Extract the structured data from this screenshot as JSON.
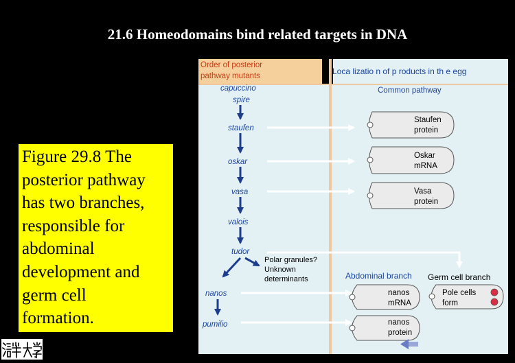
{
  "slide_title": "21.6 Homeodomains bind related targets in DNA",
  "caption": [
    "Figure 29.8 The",
    "posterior pathway",
    "has two branches,",
    "responsible for",
    "abdominal",
    "development and",
    "germ cell",
    "formation."
  ],
  "logo": {
    "text": "清华大学"
  },
  "figure": {
    "left_header": [
      "Order of posterior",
      "pathway mutants"
    ],
    "right_header": "Loca lizatio n of p roducts in th e egg",
    "common_pathway": "Common pathway",
    "genes": {
      "capuccino": "capuccino",
      "spire": "spire",
      "staufen": "staufen",
      "oskar": "oskar",
      "vasa": "vasa",
      "valois": "valois",
      "tudor": "tudor",
      "nanos": "nanos",
      "pumilio": "pumilio"
    },
    "products": {
      "staufen": [
        "Staufen",
        "protein"
      ],
      "oskar": [
        "Oskar",
        "mRNA"
      ],
      "vasa": [
        "Vasa",
        "protein"
      ],
      "nanos_mrna": [
        "nanos",
        "mRNA"
      ],
      "nanos_protein": [
        "nanos",
        "protein"
      ],
      "pole_cells": [
        "Pole cells",
        "form"
      ]
    },
    "polar_granules": [
      "Polar granules?",
      "Unknown",
      "determinants"
    ],
    "abdominal_branch": "Abdominal branch",
    "germ_cell_branch": "Germ cell branch",
    "colors": {
      "header_bg": "#f5cf9c",
      "panel_bg": "#e3f1f5",
      "divider": "#f0c8a0",
      "arrow": "#1c3c8c",
      "dot": "#dc2d46",
      "egg": "#ebebeb",
      "header_text": "#c83c14",
      "blue_text": "#1e46a0"
    }
  }
}
